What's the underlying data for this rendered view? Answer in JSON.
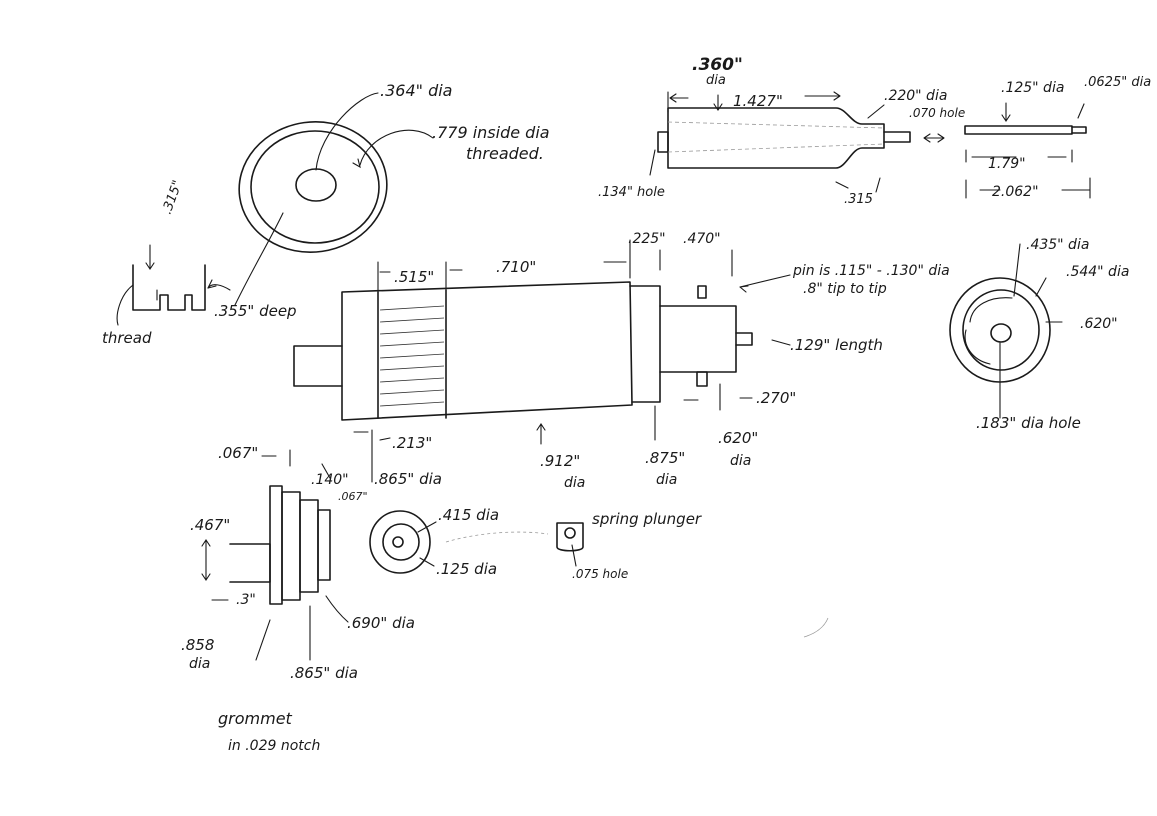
{
  "sheet": {
    "ink_color": "#1a1a1a",
    "paper_color": "#ffffff"
  },
  "threaded_cap": {
    "hole_dia": ".364\" dia",
    "inside_dia_line1": ".779 inside dia",
    "inside_dia_line2": "threaded.",
    "depth_small": ".315\"",
    "thread_note": "thread",
    "depth_deep": ".355\" deep"
  },
  "handle": {
    "dia_360_line1": ".360\"",
    "dia_360_line2": "dia",
    "length_1427": "1.427\"",
    "dia_220": ".220\" dia",
    "hole_070": ".070 hole",
    "hole_134": ".134\" hole",
    "len_315": ".315"
  },
  "pin": {
    "dia_125": ".125\" dia",
    "dia_0625": ".0625\" dia",
    "len_179": "1.79\"",
    "len_2062": "2.062\""
  },
  "main_body": {
    "len_515": ".515\"",
    "len_710": ".710\"",
    "len_225": ".225\"",
    "len_470": ".470\"",
    "pin_note_line1": "pin is .115\" - .130\" dia",
    "pin_note_line2": ".8\" tip to tip",
    "len_129": ".129\" length",
    "len_270": ".270\"",
    "len_213": ".213\"",
    "dia_865": ".865\" dia",
    "dia_912_line1": ".912\"",
    "dia_912_line2": "dia",
    "dia_875_line1": ".875\"",
    "dia_875_line2": "dia",
    "dia_620_line1": ".620\"",
    "dia_620_line2": "dia"
  },
  "end_view": {
    "dia_435": ".435\" dia",
    "dia_544": ".544\" dia",
    "dia_620": ".620\"",
    "hole_183": ".183\" dia hole"
  },
  "front_cap": {
    "len_067a": ".067\"",
    "len_140": ".140\"",
    "len_067b": ".067\"",
    "len_467": ".467\"",
    "len_3": ".3\"",
    "dia_858_line1": ".858",
    "dia_858_line2": "dia",
    "dia_865": ".865\" dia",
    "dia_690": ".690\" dia",
    "grommet_line1": "grommet",
    "grommet_line2": "in .029 notch"
  },
  "plunger": {
    "dia_415": ".415 dia",
    "dia_125": ".125 dia",
    "spring_label": "spring plunger",
    "hole_075": ".075 hole"
  }
}
